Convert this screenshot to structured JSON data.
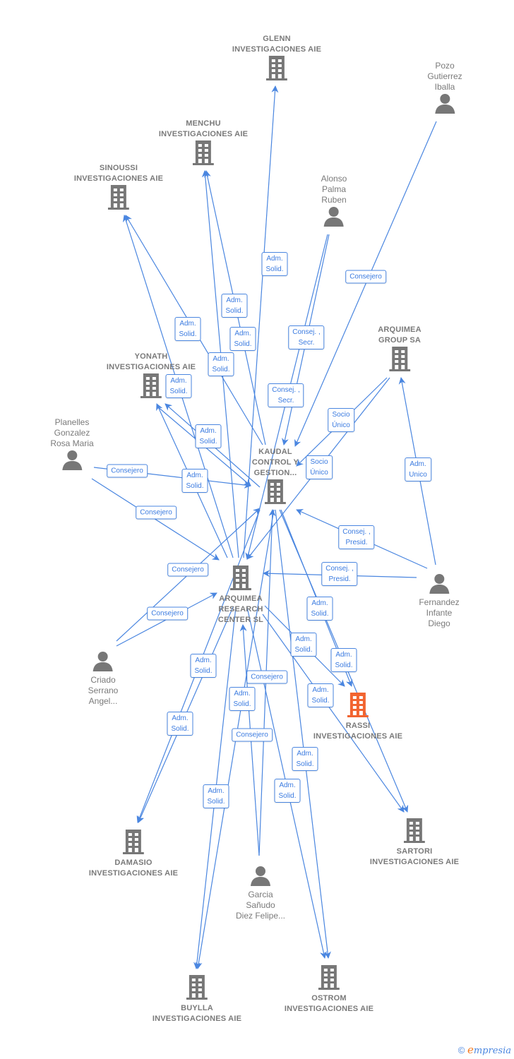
{
  "colors": {
    "edge": "#4a86e0",
    "node": "#777777",
    "highlight": "#f26430"
  },
  "nodes": [
    {
      "id": "glenn",
      "type": "company",
      "lines": [
        "GLENN",
        "INVESTIGACIONES AIE"
      ]
    },
    {
      "id": "pozo",
      "type": "person",
      "lines": [
        "Pozo",
        "Gutierrez",
        "Iballa"
      ]
    },
    {
      "id": "menchu",
      "type": "company",
      "lines": [
        "MENCHU",
        "INVESTIGACIONES AIE"
      ]
    },
    {
      "id": "sinoussi",
      "type": "company",
      "lines": [
        "SINOUSSI",
        "INVESTIGACIONES AIE"
      ]
    },
    {
      "id": "alonso",
      "type": "person",
      "lines": [
        "Alonso",
        "Palma",
        "Ruben"
      ]
    },
    {
      "id": "arqgroup",
      "type": "company",
      "lines": [
        "ARQUIMEA",
        "GROUP SA"
      ]
    },
    {
      "id": "yonath",
      "type": "company",
      "lines": [
        "YONATH",
        "INVESTIGACIONES AIE"
      ]
    },
    {
      "id": "planelles",
      "type": "person",
      "lines": [
        "Planelles",
        "Gonzalez",
        "Rosa Maria"
      ]
    },
    {
      "id": "kaudal",
      "type": "company",
      "lines": [
        "KAUDAL",
        "CONTROL Y",
        "GESTION..."
      ]
    },
    {
      "id": "arc",
      "type": "company",
      "lines": [
        "ARQUIMEA",
        "RESEARCH",
        "CENTER  SL"
      ]
    },
    {
      "id": "fernandez",
      "type": "person",
      "lines": [
        "Fernandez",
        "Infante",
        "Diego"
      ]
    },
    {
      "id": "criado",
      "type": "person",
      "lines": [
        "Criado",
        "Serrano",
        "Angel..."
      ]
    },
    {
      "id": "rassi",
      "type": "company",
      "highlight": true,
      "lines": [
        "RASSI",
        "INVESTIGACIONES AIE"
      ]
    },
    {
      "id": "sartori",
      "type": "company",
      "lines": [
        "SARTORI",
        "INVESTIGACIONES AIE"
      ]
    },
    {
      "id": "damasio",
      "type": "company",
      "lines": [
        "DAMASIO",
        "INVESTIGACIONES AIE"
      ]
    },
    {
      "id": "garcia",
      "type": "person",
      "lines": [
        "Garcia",
        "Sañudo",
        "Diez Felipe..."
      ]
    },
    {
      "id": "ostrom",
      "type": "company",
      "lines": [
        "OSTROM",
        "INVESTIGACIONES AIE"
      ]
    },
    {
      "id": "buylla",
      "type": "company",
      "lines": [
        "BUYLLA",
        "INVESTIGACIONES AIE"
      ]
    }
  ],
  "relations": [
    {
      "from": "arc",
      "to": "glenn",
      "label": "Adm.\nSolid."
    },
    {
      "from": "pozo",
      "to": "kaudal",
      "label": "Consejero"
    },
    {
      "from": "arc",
      "to": "menchu",
      "label": "Adm.\nSolid."
    },
    {
      "from": "kaudal",
      "to": "menchu",
      "label": "Adm.\nSolid."
    },
    {
      "from": "alonso",
      "to": "kaudal",
      "label": "Consej. ,\nSecr."
    },
    {
      "from": "arc",
      "to": "sinoussi",
      "label": "Adm.\nSolid."
    },
    {
      "from": "kaudal",
      "to": "sinoussi",
      "label": "Adm.\nSolid."
    },
    {
      "from": "arc",
      "to": "yonath",
      "label": "Adm.\nSolid."
    },
    {
      "from": "alonso",
      "to": "arc",
      "label": "Consej. ,\nSecr."
    },
    {
      "from": "arqgroup",
      "to": "kaudal",
      "label": "Socio\nÚnico"
    },
    {
      "from": "kaudal",
      "to": "yonath",
      "label": "Adm.\nSolid."
    },
    {
      "from": "arqgroup",
      "to": "arc",
      "label": "Socio\nÚnico"
    },
    {
      "from": "fernandez",
      "to": "arqgroup",
      "label": "Adm.\nUnico"
    },
    {
      "from": "planelles",
      "to": "kaudal",
      "label": "Consejero"
    },
    {
      "from": "yonath",
      "to": "kaudal",
      "label": "Adm.\nSolid."
    },
    {
      "from": "planelles",
      "to": "arc",
      "label": "Consejero"
    },
    {
      "from": "fernandez",
      "to": "kaudal",
      "label": "Consej. ,\nPresid."
    },
    {
      "from": "criado",
      "to": "kaudal",
      "label": "Consejero"
    },
    {
      "from": "fernandez",
      "to": "arc",
      "label": "Consej. ,\nPresid."
    },
    {
      "from": "kaudal",
      "to": "rassi",
      "label": "Adm.\nSolid."
    },
    {
      "from": "criado",
      "to": "arc",
      "label": "Consejero"
    },
    {
      "from": "arc",
      "to": "rassi",
      "label": "Adm.\nSolid."
    },
    {
      "from": "kaudal",
      "to": "sartori",
      "label": "Adm.\nSolid."
    },
    {
      "from": "kaudal",
      "to": "damasio",
      "label": "Adm.\nSolid."
    },
    {
      "from": "garcia",
      "to": "kaudal",
      "label": "Consejero"
    },
    {
      "from": "arc",
      "to": "sartori",
      "label": "Adm.\nSolid."
    },
    {
      "from": "arc",
      "to": "damasio",
      "label": "Adm.\nSolid."
    },
    {
      "from": "garcia",
      "to": "arc",
      "label": "Consejero"
    },
    {
      "from": "kaudal",
      "to": "buylla",
      "label": "Adm.\nSolid."
    },
    {
      "from": "kaudal",
      "to": "ostrom",
      "label": "Adm.\nSolid."
    },
    {
      "from": "arc",
      "to": "buylla",
      "label": "Adm.\nSolid."
    },
    {
      "from": "arc",
      "to": "ostrom",
      "label": "Adm.\nSolid."
    }
  ],
  "footer": {
    "copyright": "©",
    "brand_e": "e",
    "brand_rest": "mpresia"
  }
}
